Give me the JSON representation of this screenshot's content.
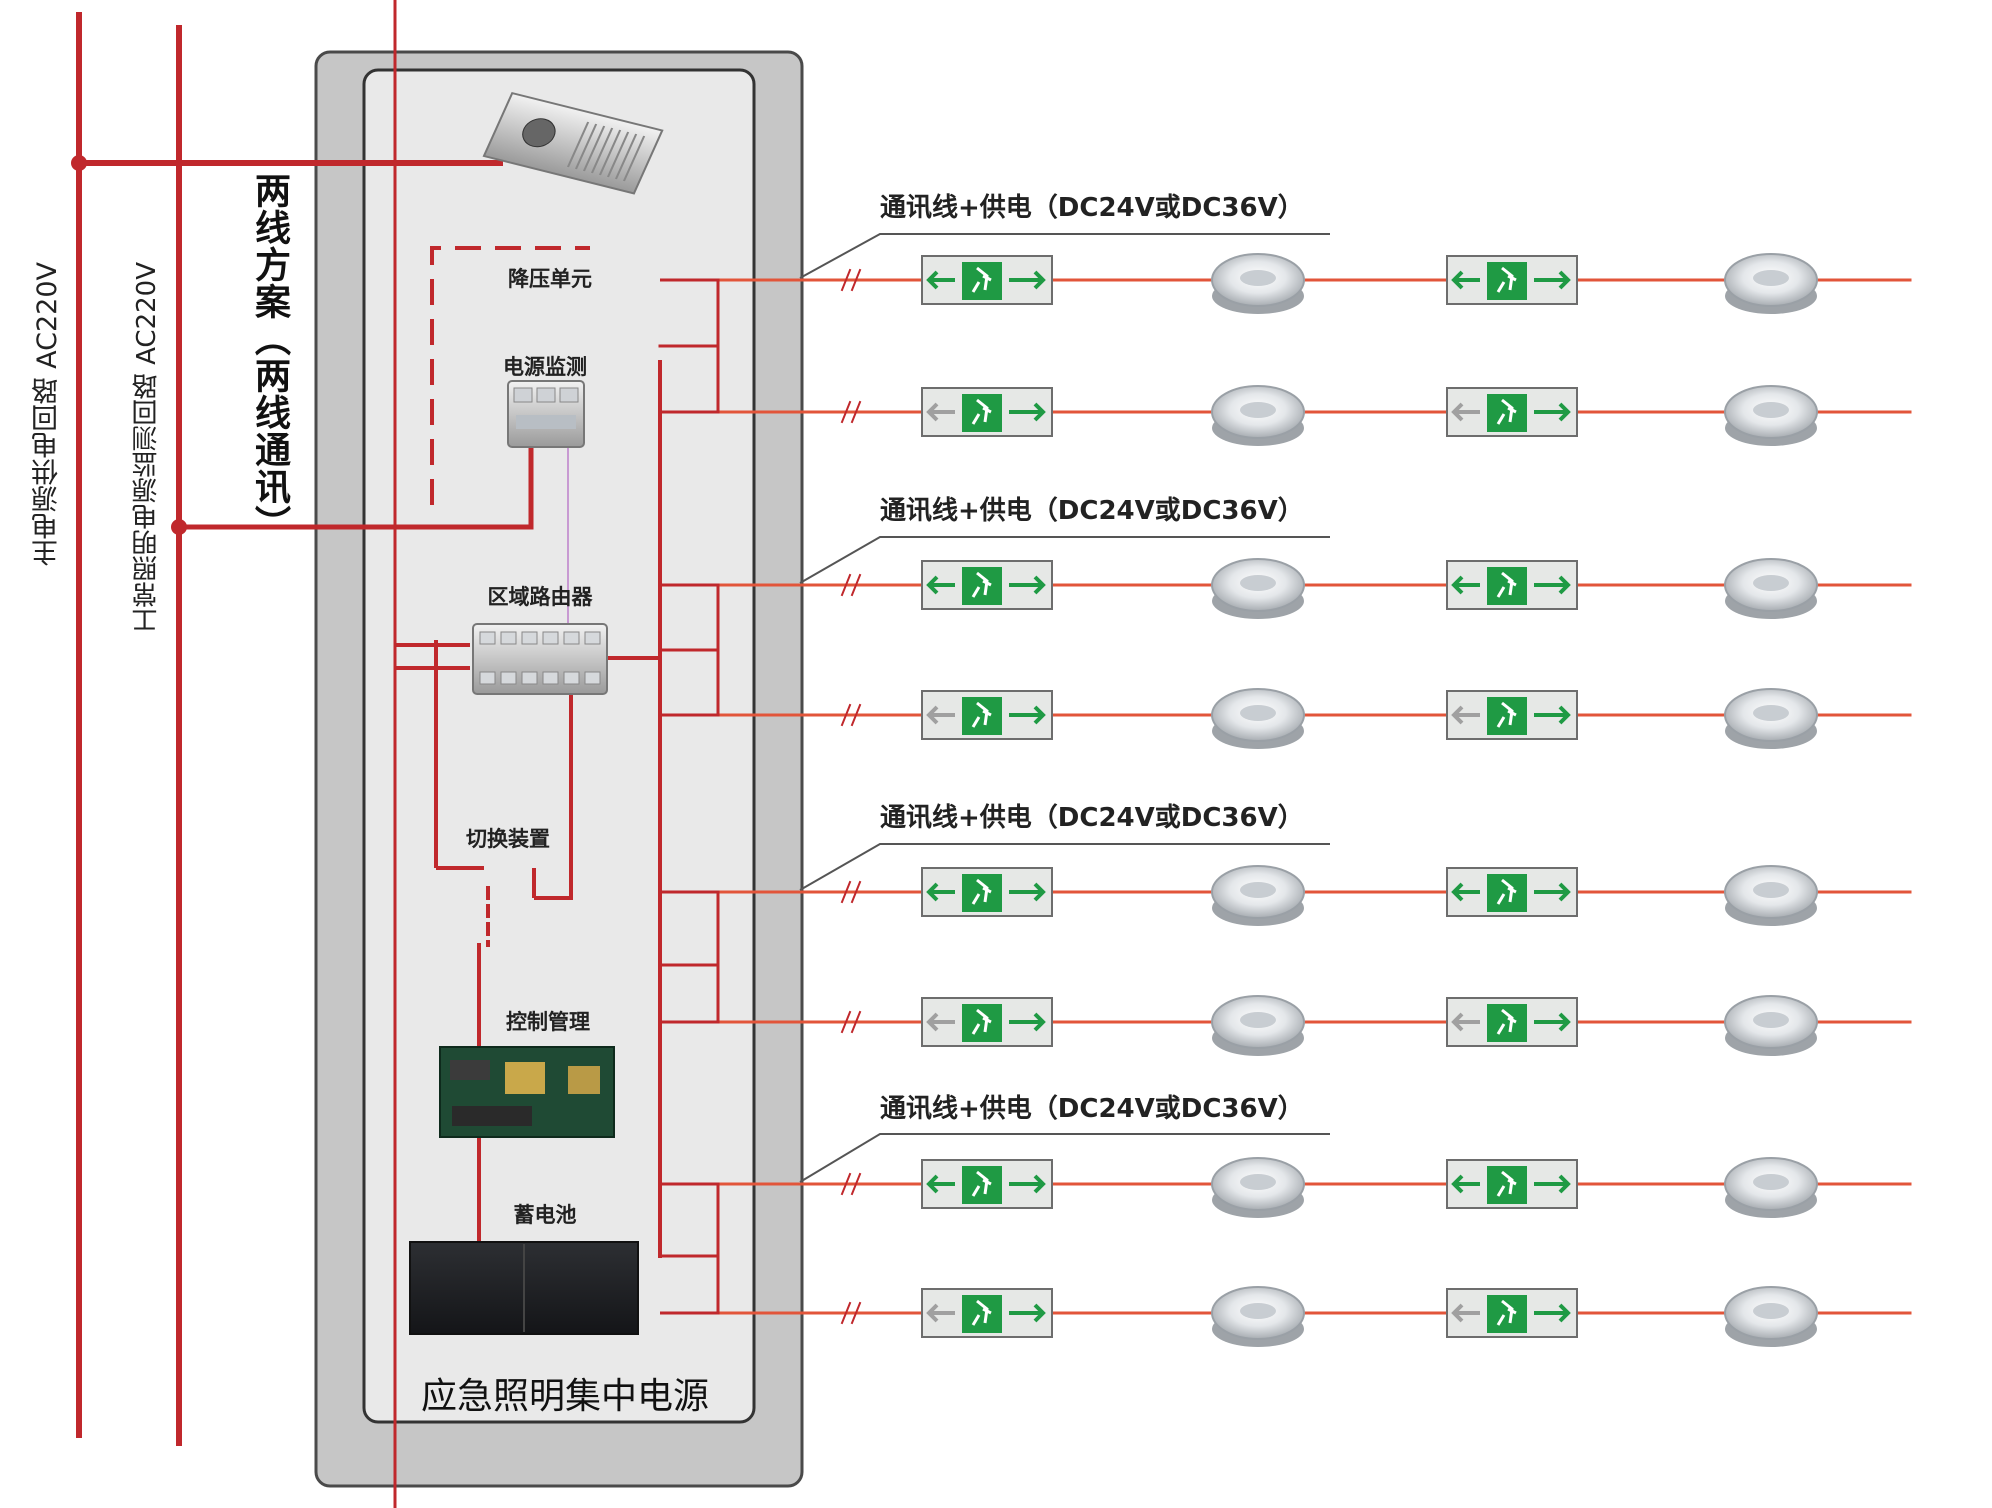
{
  "supply_lines": {
    "main_supply": "主电源供电回路  AC220V",
    "normal_lighting_monitor": "工常照明电源监测回路  AC220V"
  },
  "scheme_label": "两线方案（两线通讯）",
  "cabinet": {
    "title": "应急照明集中电源",
    "components": [
      {
        "key": "step_down",
        "label": "降压单元",
        "icon": "power-supply-unit-icon"
      },
      {
        "key": "power_monitor",
        "label": "电源监测",
        "icon": "din-rail-module-icon"
      },
      {
        "key": "zone_router",
        "label": "区域路由器",
        "icon": "router-module-icon"
      },
      {
        "key": "switch_device",
        "label": "切换装置",
        "icon": "changeover-switch-icon"
      },
      {
        "key": "control_mgmt",
        "label": "控制管理",
        "icon": "circuit-board-icon"
      },
      {
        "key": "battery",
        "label": "蓄电池",
        "icon": "battery-icon"
      }
    ]
  },
  "buses": [
    {
      "label": "通讯线+供电（DC24V或DC36V）"
    },
    {
      "label": "通讯线+供电（DC24V或DC36V）"
    },
    {
      "label": "通讯线+供电（DC24V或DC36V）"
    },
    {
      "label": "通讯线+供电（DC24V或DC36V）"
    }
  ],
  "fixtures_per_line": [
    "exit-sign-icon",
    "ceiling-emergency-light-icon",
    "exit-sign-icon",
    "ceiling-emergency-light-icon"
  ],
  "colors": {
    "supply_red": "#c0282c",
    "branch_orange": "#e2553a",
    "sign_green": "#1f9a44",
    "cabinet_grey": "#c6c6c6",
    "cabinet_inner": "#e9e9e9"
  }
}
